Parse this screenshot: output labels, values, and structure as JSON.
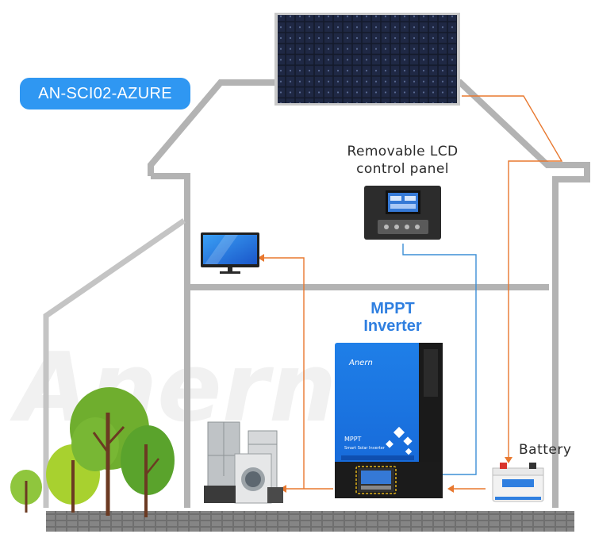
{
  "badge": {
    "text": "AN-SCI02-AZURE",
    "color": "#2f97f2"
  },
  "lcd_panel": {
    "line1": "Removable LCD",
    "line2": "control panel"
  },
  "inverter_title": {
    "line1": "MPPT",
    "line2": "Inverter",
    "color": "#2f7fe0"
  },
  "inverter_body": {
    "line1": "MPPT",
    "line2": "Smart Solar Inverter",
    "brand": "Anern"
  },
  "battery": {
    "label": "Battery"
  },
  "watermark": {
    "text": "Anern"
  },
  "colors": {
    "house_outline": "#b3b3b3",
    "orange_wire": "#e8782f",
    "blue_wire": "#3d8fd6",
    "ground": "#777777"
  },
  "icons": [
    "solar-panel-icon",
    "tv-icon",
    "lcd-panel-icon",
    "inverter-icon",
    "battery-icon",
    "appliances-icon",
    "tree-icon"
  ]
}
